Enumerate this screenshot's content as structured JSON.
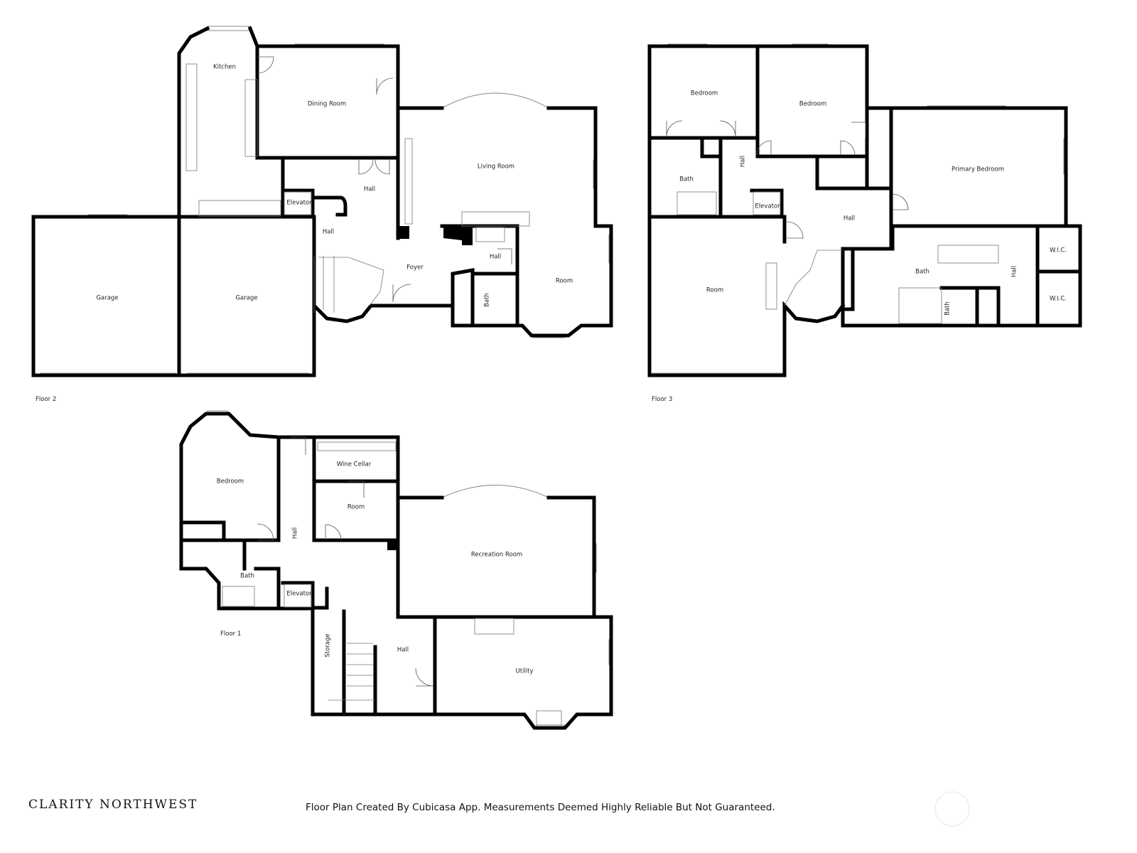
{
  "floors": {
    "floor2": {
      "label": "Floor 2",
      "rooms": {
        "kitchen": "Kitchen",
        "dining": "Dining Room",
        "living": "Living Room",
        "hall_main": "Hall",
        "elevator": "Elevator",
        "hall_small": "Hall",
        "foyer": "Foyer",
        "hall_right": "Hall",
        "bath": "Bath",
        "room": "Room",
        "garage_left": "Garage",
        "garage_right": "Garage"
      }
    },
    "floor3": {
      "label": "Floor 3",
      "rooms": {
        "bedroom_1": "Bedroom",
        "bedroom_2": "Bedroom",
        "primary_bedroom": "Primary Bedroom",
        "bath_left": "Bath",
        "hall_vertical": "Hall",
        "elevator": "Elevator",
        "hall_main": "Hall",
        "room": "Room",
        "bath_primary": "Bath",
        "bath_small": "Bath",
        "hall_right": "Hall",
        "wic_1": "W.I.C.",
        "wic_2": "W.I.C."
      }
    },
    "floor1": {
      "label": "Floor 1",
      "rooms": {
        "bedroom": "Bedroom",
        "wine_cellar": "Wine Cellar",
        "room": "Room",
        "hall_vertical": "Hall",
        "bath": "Bath",
        "elevator": "Elevator",
        "recreation": "Recreation Room",
        "storage": "Storage",
        "hall": "Hall",
        "utility": "Utility"
      }
    }
  },
  "footer": {
    "brand": "CLARITY NORTHWEST",
    "disclaimer": "Floor Plan Created By Cubicasa App. Measurements Deemed Highly Reliable But Not Guaranteed."
  }
}
